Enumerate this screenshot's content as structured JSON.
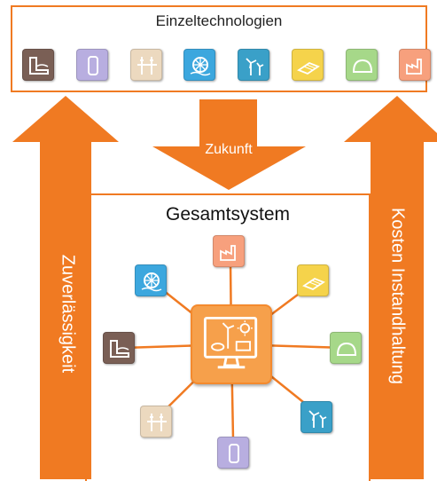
{
  "top": {
    "title": "Einzeltechnologien"
  },
  "center": {
    "title": "Gesamtsystem"
  },
  "arrows": {
    "left": "Zuverlässigkeit",
    "right": "Kosten Instandhaltung",
    "down": "Zukunft"
  },
  "colors": {
    "orange": "#f07a22",
    "tiles": [
      "#7a5f55",
      "#b8aee0",
      "#ecd9bf",
      "#3ca7de",
      "#3aa0c8",
      "#f5d34b",
      "#a6d889",
      "#f7a07d"
    ]
  },
  "icons": [
    "hydro-dam-icon",
    "storage-tank-icon",
    "power-line-icon",
    "water-wheel-icon",
    "wind-turbine-icon",
    "solar-panel-icon",
    "biogas-dome-icon",
    "industrial-plant-icon",
    "control-center-icon"
  ]
}
